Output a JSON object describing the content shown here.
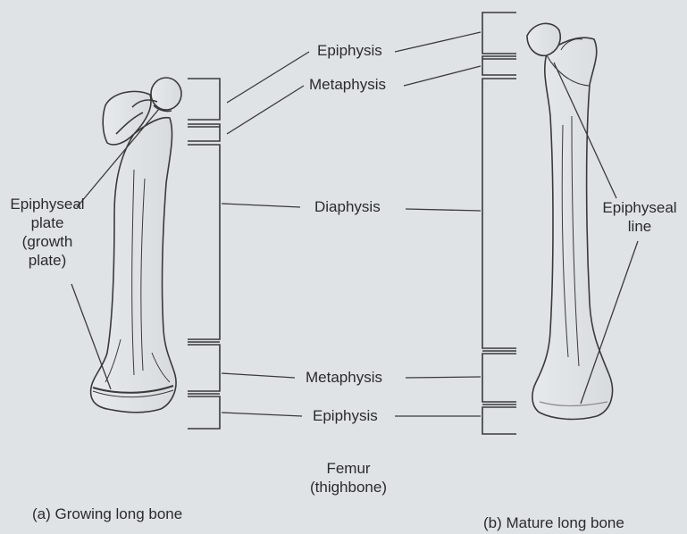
{
  "diagram": {
    "bone_name": "Femur",
    "bone_common_name": "(thighbone)",
    "left": {
      "caption": "(a) Growing long bone",
      "plate_label": [
        "Epiphyseal",
        "plate",
        "(growth",
        "plate)"
      ]
    },
    "right": {
      "caption": "(b) Mature long bone",
      "line_label": [
        "Epiphyseal",
        "line"
      ]
    },
    "regions": {
      "epiphysis_top": "Epiphysis",
      "metaphysis_top": "Metaphysis",
      "diaphysis": "Diaphysis",
      "metaphysis_bottom": "Metaphysis",
      "epiphysis_bottom": "Epiphysis"
    }
  }
}
